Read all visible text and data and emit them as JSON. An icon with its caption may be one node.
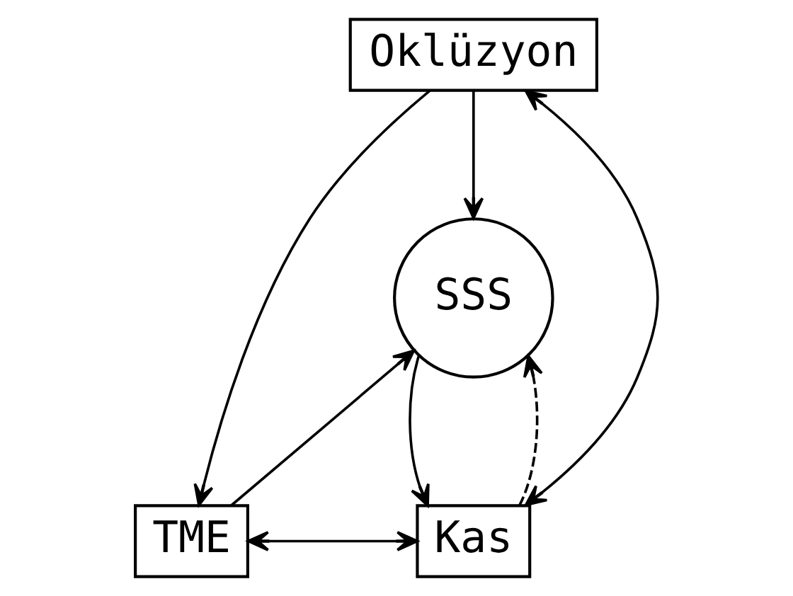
{
  "diagram": {
    "nodes": [
      {
        "text": [
          "Oklüzyon"
        ]
      },
      {
        "text": [
          "SSS"
        ]
      },
      {
        "text": [
          "TME"
        ]
      },
      {
        "text": [
          "Kas"
        ]
      }
    ],
    "edges": [
      {
        "from": 0,
        "to": 2,
        "arrow": "to"
      },
      {
        "from": 0,
        "to": 1,
        "arrow": "to"
      },
      {
        "from": 0,
        "to": 3,
        "arrow": "both"
      },
      {
        "from": 2,
        "to": 1,
        "arrow": "to"
      },
      {
        "from": 1,
        "to": 3,
        "arrow": "to"
      },
      {
        "from": 3,
        "to": 1,
        "arrow": "to",
        "style": "dashed"
      },
      {
        "from": 2,
        "to": 3,
        "arrow": "both"
      }
    ]
  }
}
